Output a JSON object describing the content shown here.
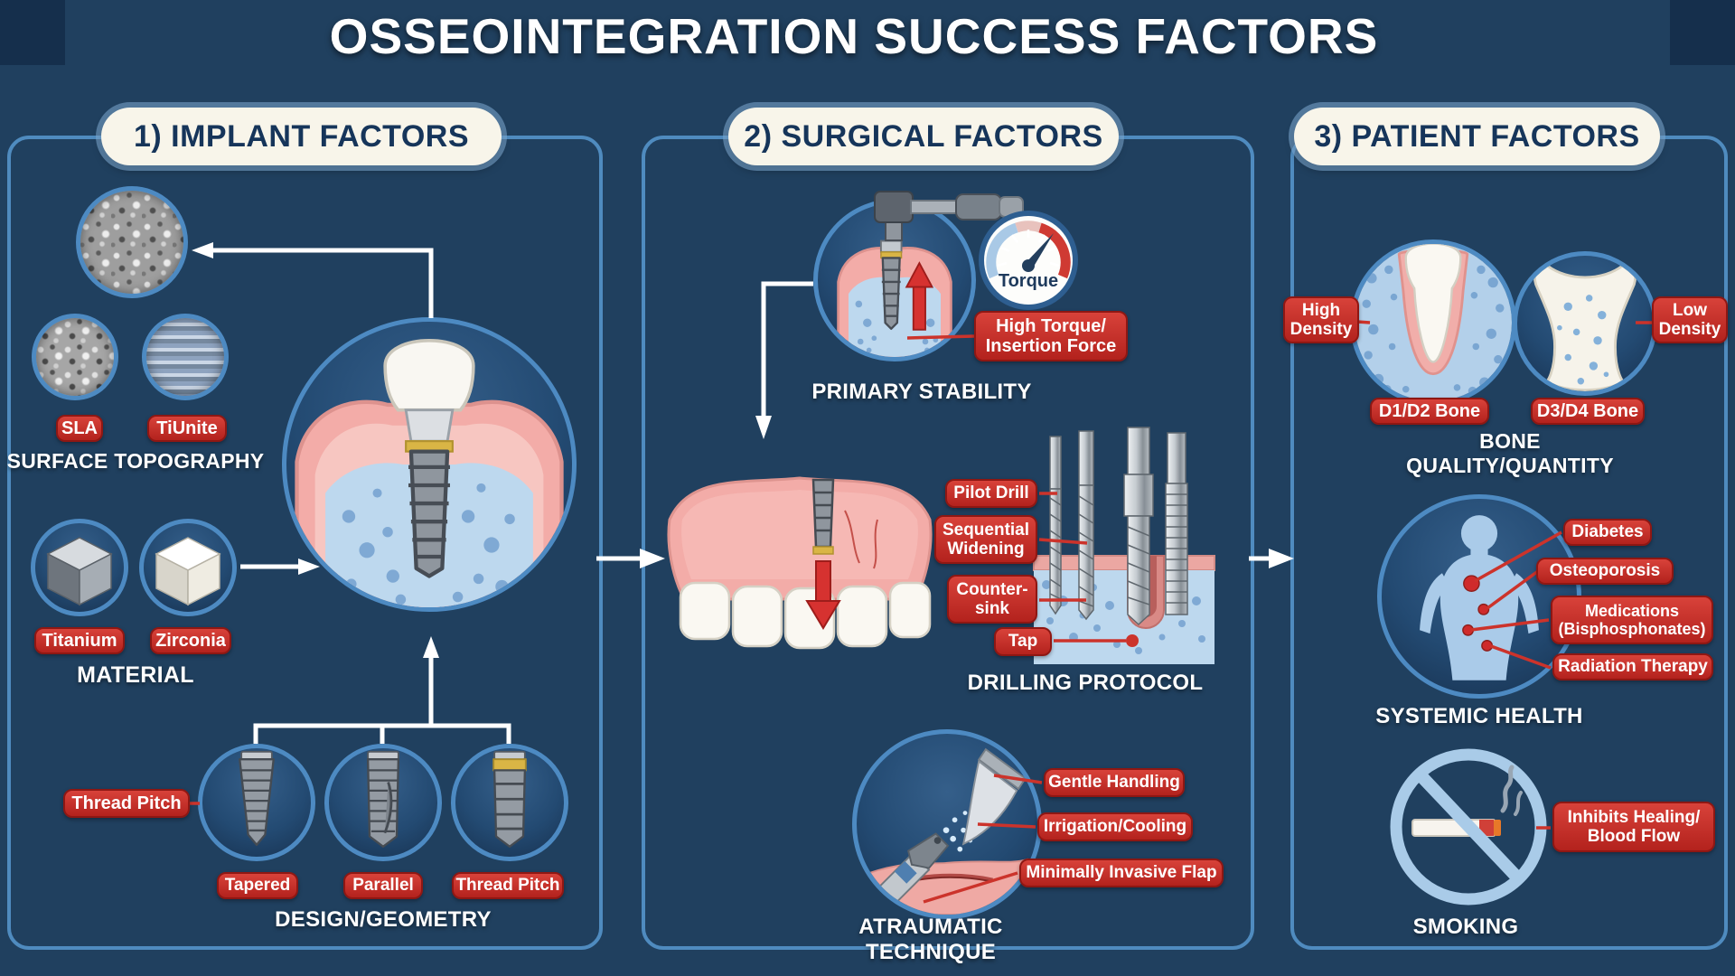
{
  "title": "OSSEOINTEGRATION SUCCESS FACTORS",
  "implant": {
    "header": "1) IMPLANT FACTORS",
    "surface": {
      "sla": "SLA",
      "tiunite": "TiUnite",
      "caption": "SURFACE TOPOGRAPHY"
    },
    "material": {
      "titanium": "Titanium",
      "zirconia": "Zirconia",
      "caption": "MATERIAL"
    },
    "design": {
      "callout": "Thread Pitch",
      "tapered": "Tapered",
      "parallel": "Parallel",
      "thread_pitch": "Thread Pitch",
      "caption": "DESIGN/GEOMETRY"
    }
  },
  "surgical": {
    "header": "2) SURGICAL FACTORS",
    "primary": {
      "gauge": "Torque",
      "callout": "High Torque/\nInsertion Force",
      "caption": "PRIMARY STABILITY"
    },
    "drilling": {
      "pilot": "Pilot Drill",
      "sequential": "Sequential\nWidening",
      "countersink": "Counter-\nsink",
      "tap": "Tap",
      "caption": "DRILLING PROTOCOL"
    },
    "atraumatic": {
      "gentle": "Gentle Handling",
      "irrigation": "Irrigation/Cooling",
      "flap": "Minimally Invasive Flap",
      "caption": "ATRAUMATIC TECHNIQUE"
    }
  },
  "patient": {
    "header": "3) PATIENT FACTORS",
    "bone": {
      "high": "High\nDensity",
      "low": "Low\nDensity",
      "d12": "D1/D2 Bone",
      "d34": "D3/D4 Bone",
      "caption": "BONE QUALITY/QUANTITY"
    },
    "systemic": {
      "diabetes": "Diabetes",
      "osteoporosis": "Osteoporosis",
      "medications": "Medications\n(Bisphosphonates)",
      "radiation": "Radiation Therapy",
      "caption": "SYSTEMIC HEALTH"
    },
    "smoking": {
      "effect": "Inhibits Healing/\nBlood Flow",
      "caption": "SMOKING"
    }
  },
  "icons": {
    "torque_gauge": "semicircular dial with needle",
    "torque_wrench": "ratchet wrench on implant",
    "no_smoking": "crossed-out cigarette",
    "sem_texture": "rough implant surface micrograph",
    "left_arrow": "←",
    "right_arrow": "→",
    "up_arrow": "↑",
    "down_arrow": "↓"
  },
  "colors": {
    "background": "#20405f",
    "panel_border": "#4f8bbf",
    "header_pill_bg": "#f8f5ea",
    "header_text": "#16355a",
    "label_red": "#c1271f",
    "label_text": "#ffffff",
    "bone_blue": "#bdd8ee",
    "trabecular_blue": "#7fa9d4",
    "gum_pink": "#f3aca8",
    "metal_gray": "#8f969e",
    "gold_collar": "#d9b545",
    "arrow_white": "#ffffff",
    "silhouette_blue": "#aacbe9",
    "red_accent": "#d32f2f"
  }
}
